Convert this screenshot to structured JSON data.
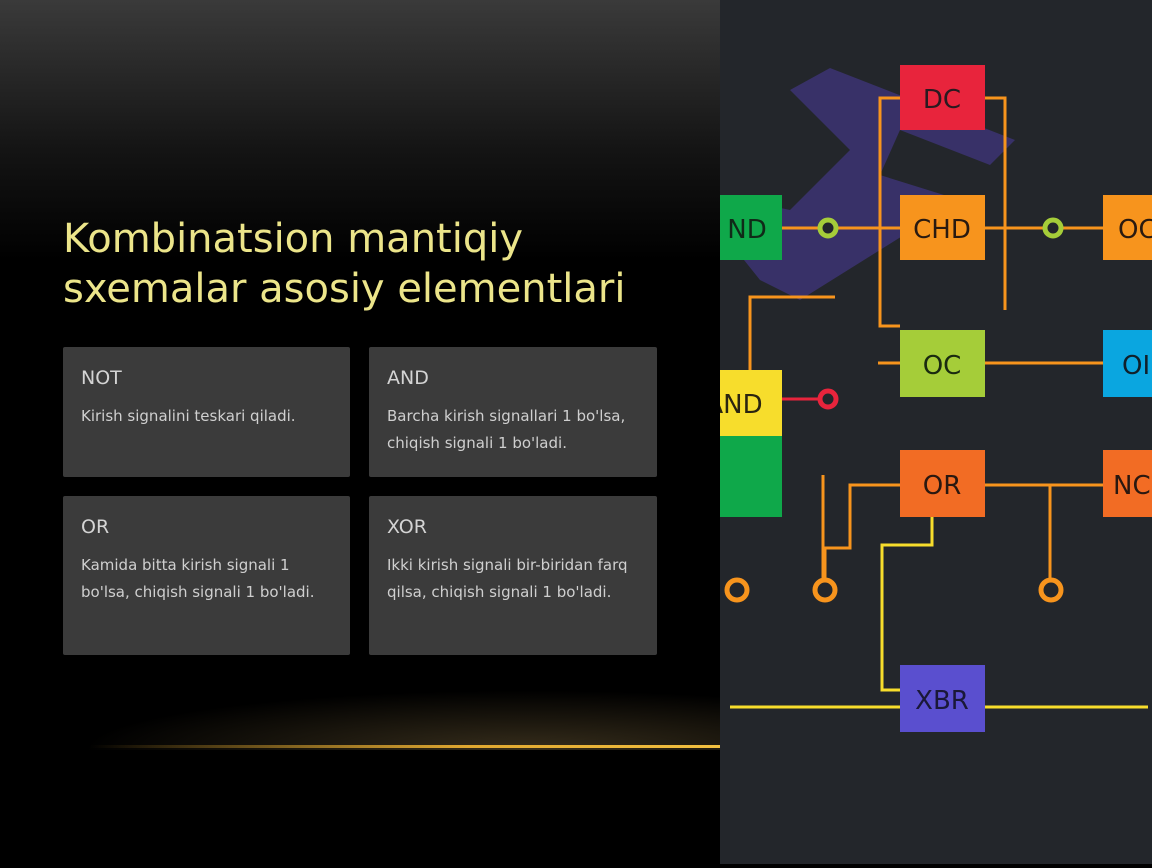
{
  "title": "Kombinatsion mantiqiy sxemalar asosiy elementlari",
  "cards": [
    {
      "heading": "NOT",
      "text": "Kirish signalini teskari qiladi."
    },
    {
      "heading": "AND",
      "text": "Barcha kirish signallari 1 bo'lsa, chiqish signali 1 bo'ladi."
    },
    {
      "heading": "OR",
      "text": "Kamida bitta kirish signali 1 bo'lsa, chiqish signali 1 bo'ladi."
    },
    {
      "heading": "XOR",
      "text": "Ikki kirish signali bir-biridan farq qilsa, chiqish signali 1 bo'ladi."
    }
  ],
  "diagram": {
    "blocks": [
      "DC",
      "CHD",
      "ND",
      "OC",
      "OC",
      "OI",
      "AND",
      "OR",
      "NC",
      "XBR"
    ],
    "colors": {
      "dc": "#e8243c",
      "chd": "#f7941d",
      "green": "#0fa84a",
      "oc": "#a5cd39",
      "blue": "#0aa6e0",
      "yellow": "#f7dd2c",
      "or": "#f26c24",
      "xbr": "#5a4fcf",
      "wire": "#f7941d"
    }
  }
}
